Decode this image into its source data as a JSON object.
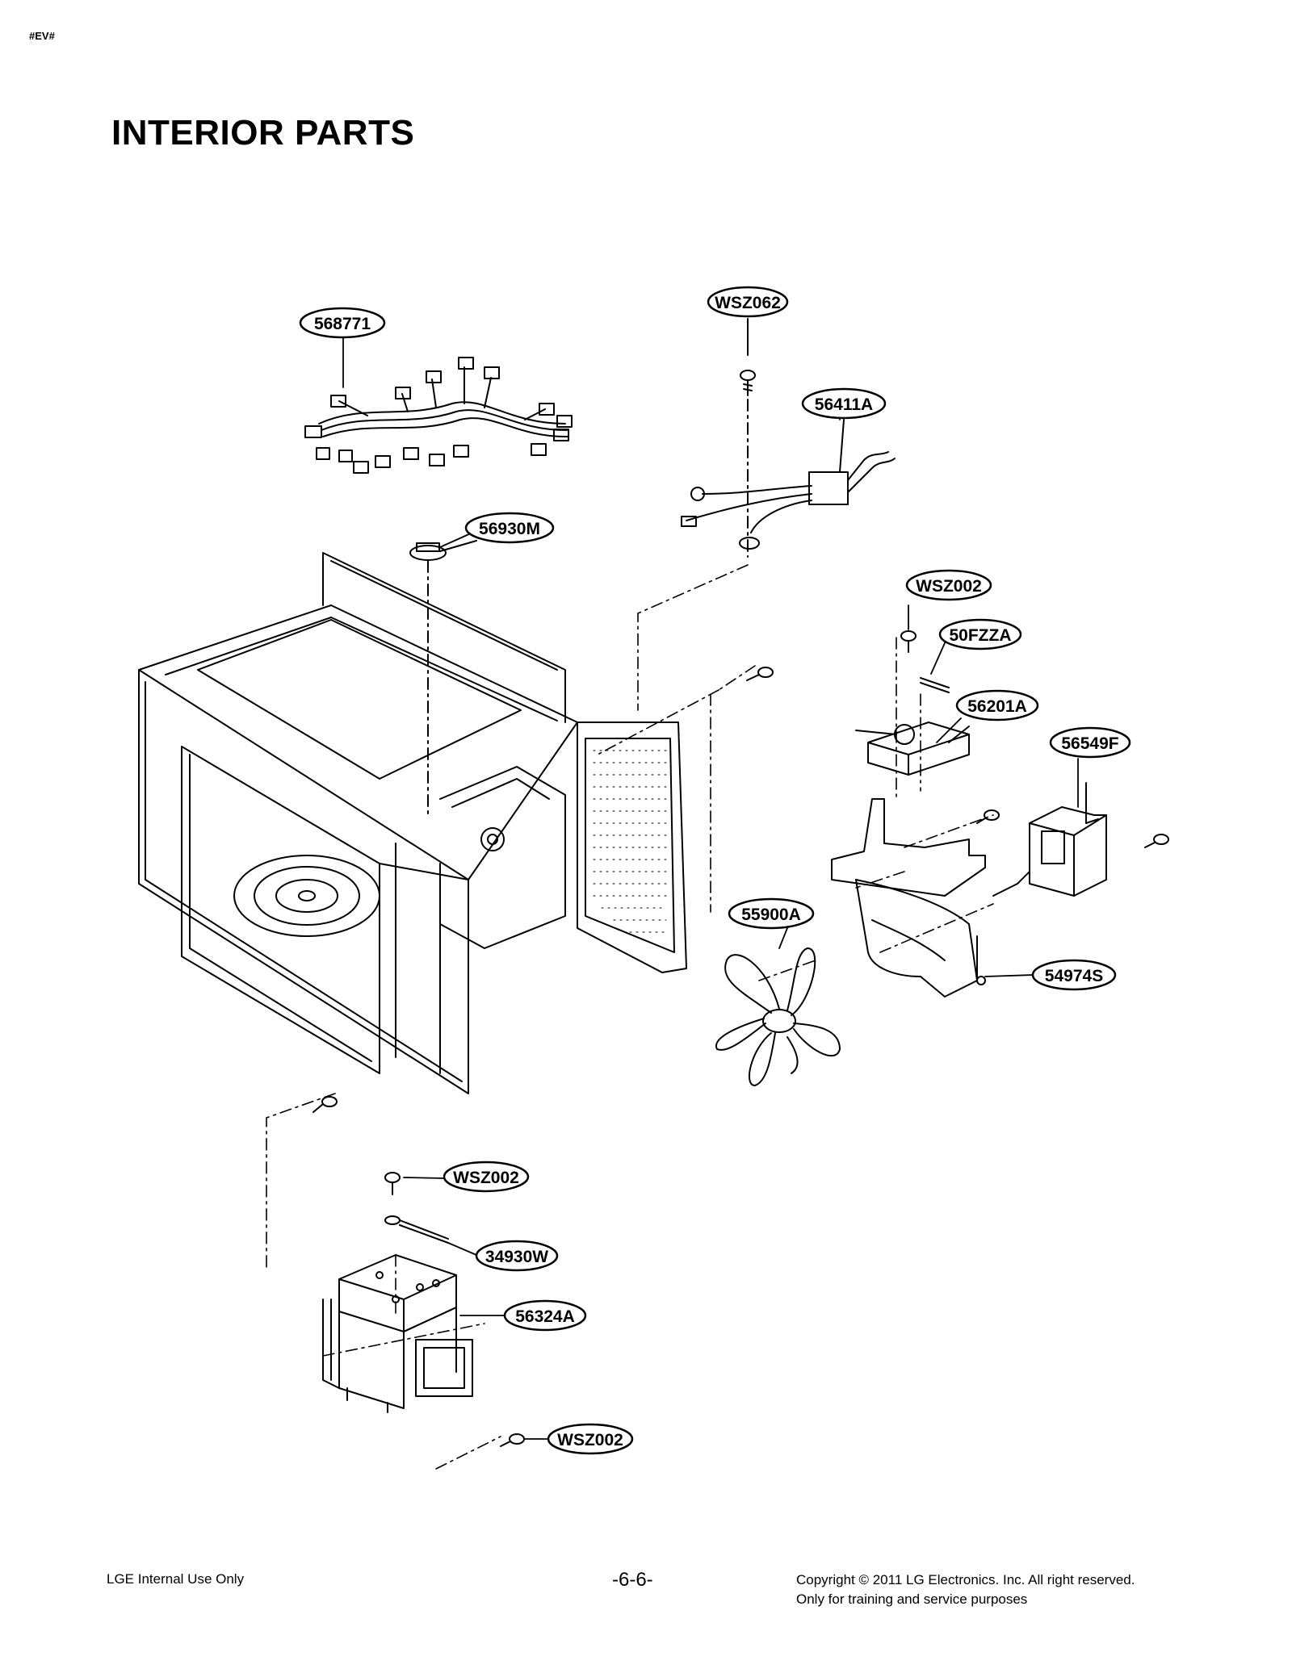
{
  "header": {
    "tag": "#EV#",
    "title": "INTERIOR PARTS"
  },
  "callouts": {
    "c568771": "568771",
    "cWSZ062": "WSZ062",
    "c56411A": "56411A",
    "c56930M": "56930M",
    "cWSZ002a": "WSZ002",
    "c50FZZA": "50FZZA",
    "c56201A": "56201A",
    "c56549F": "56549F",
    "c55900A": "55900A",
    "c54974S": "54974S",
    "cWSZ002b": "WSZ002",
    "c34930W": "34930W",
    "c56324A": "56324A",
    "cWSZ002c": "WSZ002"
  },
  "footer": {
    "left": "LGE Internal Use Only",
    "center": "-6-6-",
    "right_line1": "Copyright © 2011 LG Electronics. Inc. All right reserved.",
    "right_line2": "Only for training and service purposes"
  }
}
